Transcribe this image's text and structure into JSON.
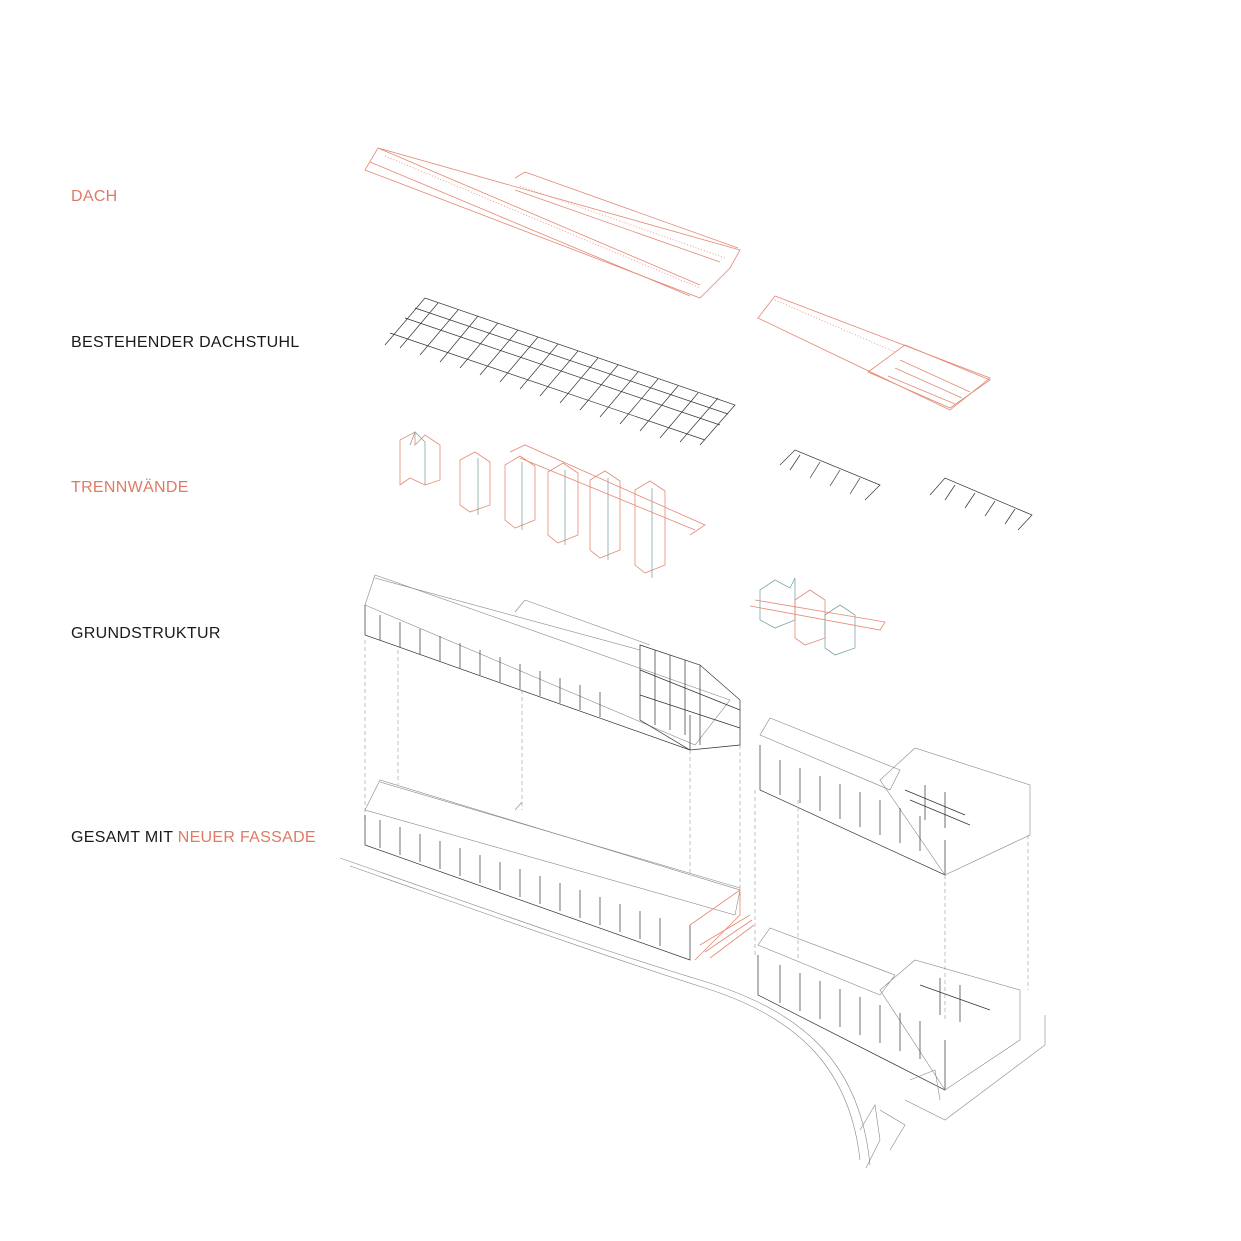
{
  "labels": {
    "dach": "DACH",
    "dachstuhl": "BESTEHENDER DACHSTUHL",
    "trennwaende": "TRENNWÄNDE",
    "grundstruktur": "GRUNDSTRUKTUR",
    "gesamt_prefix": "GESAMT MIT",
    "gesamt_accent": "NEUER FASSADE"
  },
  "colors": {
    "accent": "#e07a63",
    "text": "#1a1a1a",
    "line_dark": "#333333",
    "line_gray": "#888888",
    "line_teal": "#7fa6a6"
  }
}
